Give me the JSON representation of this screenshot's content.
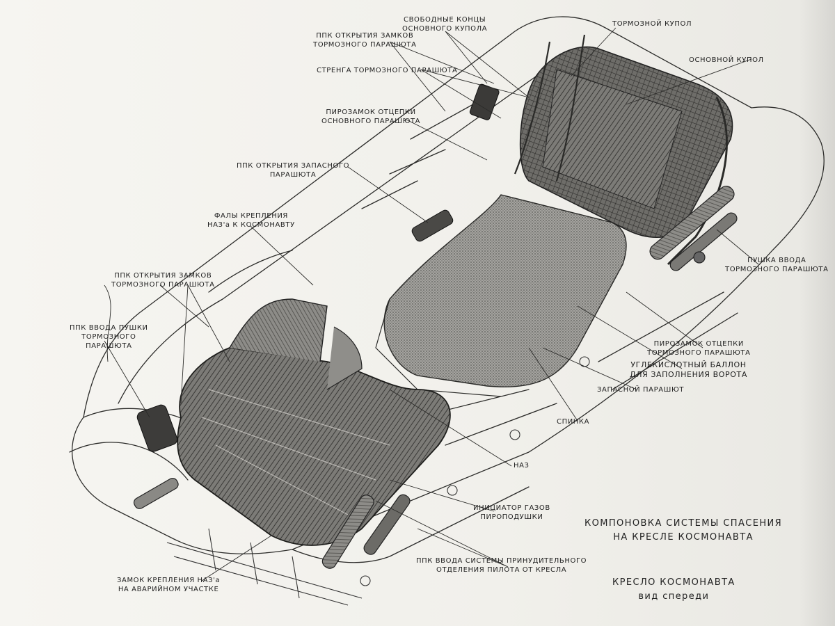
{
  "labels": {
    "svobodnye_kontsy": [
      "СВОБОДНЫЕ КОНЦЫ",
      "ОСНОВНОГО КУПОЛА"
    ],
    "tormoznoy_kupol": "ТОРМОЗНОЙ КУПОЛ",
    "ppk_zamkov_top": [
      "ППК ОТКРЫТИЯ ЗАМКОВ",
      "ТОРМОЗНОГО ПАРАШЮТА"
    ],
    "osnovnoy_kupol": "ОСНОВНОЙ КУПОЛ",
    "strenga": "СТРЕНГА ТОРМОЗНОГО ПАРАШЮТА",
    "pirozamok_osnovnogo": [
      "ПИРОЗАМОК ОТЦЕПКИ",
      "ОСНОВНОГО ПАРАШЮТА"
    ],
    "ppk_zapasnogo": [
      "ППК ОТКРЫТИЯ ЗАПАСНОГО",
      "ПАРАШЮТА"
    ],
    "faly_krepleniya": [
      "ФАЛЫ КРЕПЛЕНИЯ",
      "НАЗ'а К КОСМОНАВТУ"
    ],
    "pushka_vvoda": [
      "ПУШКА ВВОДА",
      "ТОРМОЗНОГО ПАРАШЮТА"
    ],
    "ppk_zamkov_left": [
      "ППК ОТКРЫТИЯ ЗАМКОВ",
      "ТОРМОЗНОГО ПАРАШЮТА"
    ],
    "ppk_vvoda_pushki": [
      "ППК ВВОДА ПУШКИ",
      "ТОРМОЗНОГО",
      "ПАРАШЮТА"
    ],
    "pirozamok_tormoznogo": [
      "ПИРОЗАМОК ОТЦЕПКИ",
      "ТОРМОЗНОГО ПАРАШЮТА"
    ],
    "uglekislotny": [
      "УГЛЕКИСЛОТНЫЙ БАЛЛОН",
      "ДЛЯ ЗАПОЛНЕНИЯ ВОРОТА"
    ],
    "zapasnoy": "ЗАПАСНОЙ ПАРАШЮТ",
    "spinka": "СПИНКА",
    "naz": "НАЗ",
    "initsiator": [
      "ИНИЦИАТОР ГАЗОВ",
      "ПИРОПОДУШКИ"
    ],
    "ppk_sistemy": [
      "ППК ВВОДА СИСТЕМЫ ПРИНУДИТЕЛЬНОГО",
      "ОТДЕЛЕНИЯ ПИЛОТА ОТ КРЕСЛА"
    ],
    "zamok_naz": [
      "ЗАМОК КРЕПЛЕНИЯ НАЗ'а",
      "НА АВАРИЙНОМ УЧАСТКЕ"
    ]
  },
  "caption": {
    "line1": "КОМПОНОВКА СИСТЕМЫ СПАСЕНИЯ",
    "line2": "НА КРЕСЛЕ КОСМОНАВТА",
    "sub1": "КРЕСЛО КОСМОНАВТА",
    "sub2": "вид спереди"
  }
}
